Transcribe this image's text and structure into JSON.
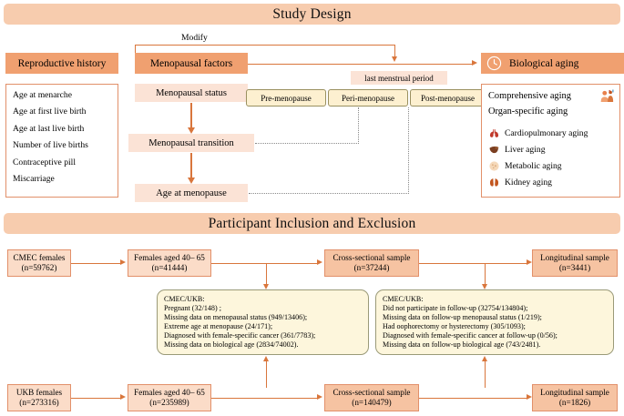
{
  "sections": {
    "study_design": "Study Design",
    "participant": "Participant Inclusion and Exclusion"
  },
  "study_design": {
    "modify_label": "Modify",
    "headers": {
      "reproductive_history": "Reproductive history",
      "menopausal_factors": "Menopausal factors",
      "biological_aging": "Biological aging"
    },
    "reproductive_items": [
      "Age at menarche",
      "Age at first live birth",
      "Age at last live birth",
      "Number of live births",
      "Contraceptive pill",
      "Miscarriage"
    ],
    "menopausal_chain": [
      "Menopausal status",
      "Menopausal  transition",
      "Age at menopause"
    ],
    "timeline": {
      "note": "last menstrual period",
      "stages": [
        "Pre-menopause",
        "Peri-menopause",
        "Post-menopause"
      ]
    },
    "aging": {
      "comprehensive": "Comprehensive aging",
      "organ_specific": "Organ-specific aging",
      "organs": [
        {
          "label": "Cardiopulmonary aging",
          "icon": "lungs-icon",
          "color": "#C0392B"
        },
        {
          "label": "Liver aging",
          "icon": "liver-icon",
          "color": "#7B3F21"
        },
        {
          "label": "Metabolic aging",
          "icon": "metabolic-icon",
          "color": "#F0C9A0"
        },
        {
          "label": "Kidney aging",
          "icon": "kidney-icon",
          "color": "#C2561F"
        }
      ]
    }
  },
  "flow": {
    "cmec": {
      "source": "CMEC females (n=59762)",
      "aged": "Females aged 40– 65 (n=41444)",
      "cross": "Cross-sectional sample (n=37244)",
      "long": "Longitudinal sample (n=3441)"
    },
    "ukb": {
      "source": "UKB females (n=273316)",
      "aged": "Females aged 40– 65 (n=235989)",
      "cross": "Cross-sectional sample (n=140479)",
      "long": "Longitudinal sample (n=1826)"
    },
    "exclusion_cross": {
      "title": "CMEC/UKB:",
      "items": [
        "Pregnant (32/148) ;",
        "Missing data on menopausal status (949/13406);",
        "Extreme age at menopause (24/171);",
        "Diagnosed with female-specific cancer (361/7783);",
        "Missing data on biological age (2834/74002)."
      ]
    },
    "exclusion_long": {
      "title": "CMEC/UKB:",
      "items": [
        "Did not participate in follow-up (32754/134804);",
        "Missing data on follow-up menopausal status (1/219);",
        "Had oophorectomy or hysterectomy (305/1093);",
        "Diagnosed with female-specific cancer at follow-up (0/56);",
        "Missing data on follow-up biological age (743/2481)."
      ]
    }
  },
  "colors": {
    "banner": "#F7CCAE",
    "header_box": "#F0A070",
    "soft_box": "#FBE3D6",
    "arrow": "#D9763C",
    "callout": "#FDF6DC"
  }
}
